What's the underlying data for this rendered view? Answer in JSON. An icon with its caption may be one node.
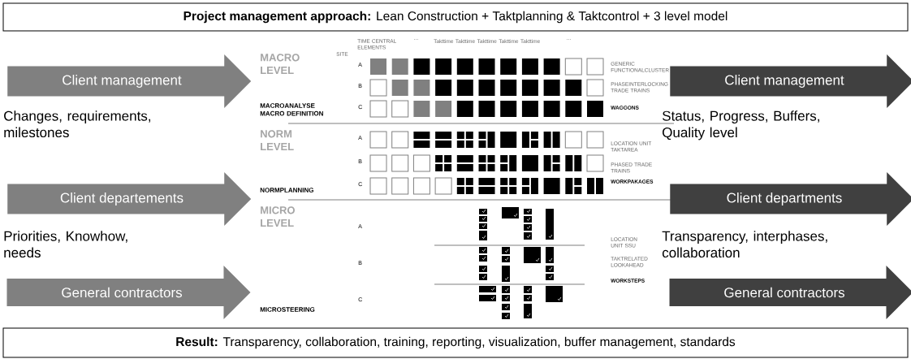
{
  "diagram": {
    "nodes": [
      {
        "text": [
          "**Project management approach:** Lean Construction + Taktplanning & Taktcontrol + 3 level model"
        ]
      },
      {
        "text": [
          "Client management"
        ]
      },
      {
        "text": [
          "Client management"
        ]
      },
      {
        "text": [
          "Client departements"
        ]
      },
      {
        "text": [
          "Client departments"
        ]
      },
      {
        "text": [
          "General contractors"
        ]
      },
      {
        "text": [
          "General contractors"
        ]
      },
      {
        "text": [
          "**Result:** Transparency, collaboration, training, reporting, visualization, buffer management, standards"
        ]
      }
    ],
    "labels": [
      "TIME CENTRAL ELEMENTS",
      "…",
      "Takttime",
      "Takttime",
      "Takttime",
      "Takttime",
      "Takttime",
      "…",
      "MACRO LEVEL",
      "SITE",
      "A",
      "GENERIC FUNCTIONALCLUSTER",
      "B",
      "PHASEINTERLOCKING TRADE TRAINS",
      "Changes, requirements, milestones",
      "Status, Progress, Buffers, Quality level",
      "MACROANALYSE MACRO DEFINITION",
      "C",
      "WAGGONS",
      "NORM LEVEL",
      "A",
      "LOCATION UNIT TAKTAREA",
      "B",
      "PHASED TRADE TRAINS",
      "C",
      "WORKPAKAGES",
      "NORMPLANNING",
      "MICRO LEVEL",
      "A",
      "Priorities, Knowhow, needs",
      "Transparency, interphases, collaboration",
      "LOCATION UNIT SSU",
      "B",
      "TAKTRELATED LOOKAHEAD",
      "WORKSTEPS",
      "C",
      "MICROSTEERING"
    ]
  }
}
